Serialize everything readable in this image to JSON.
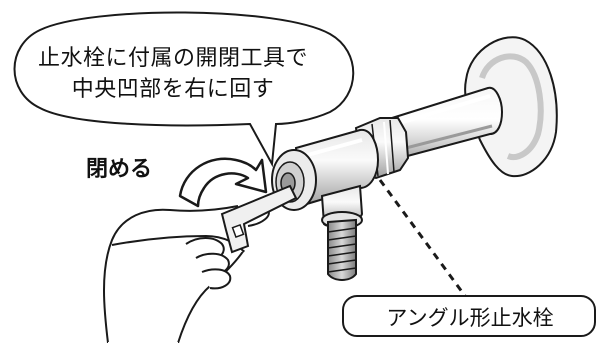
{
  "callout": {
    "line1": "止水栓に付属の開閉工具で",
    "line2": "中央凹部を右に回す"
  },
  "action": {
    "label": "閉める"
  },
  "part": {
    "label": "アングル形止水栓"
  },
  "icons": {
    "rotation_arrow": "curved-clockwise-arrow-icon"
  },
  "colors": {
    "line": "#1a1a1a",
    "metal_light": "#f2f2f2",
    "metal_mid": "#d4d4d4",
    "metal_dark": "#9a9a9a",
    "background": "#ffffff"
  }
}
